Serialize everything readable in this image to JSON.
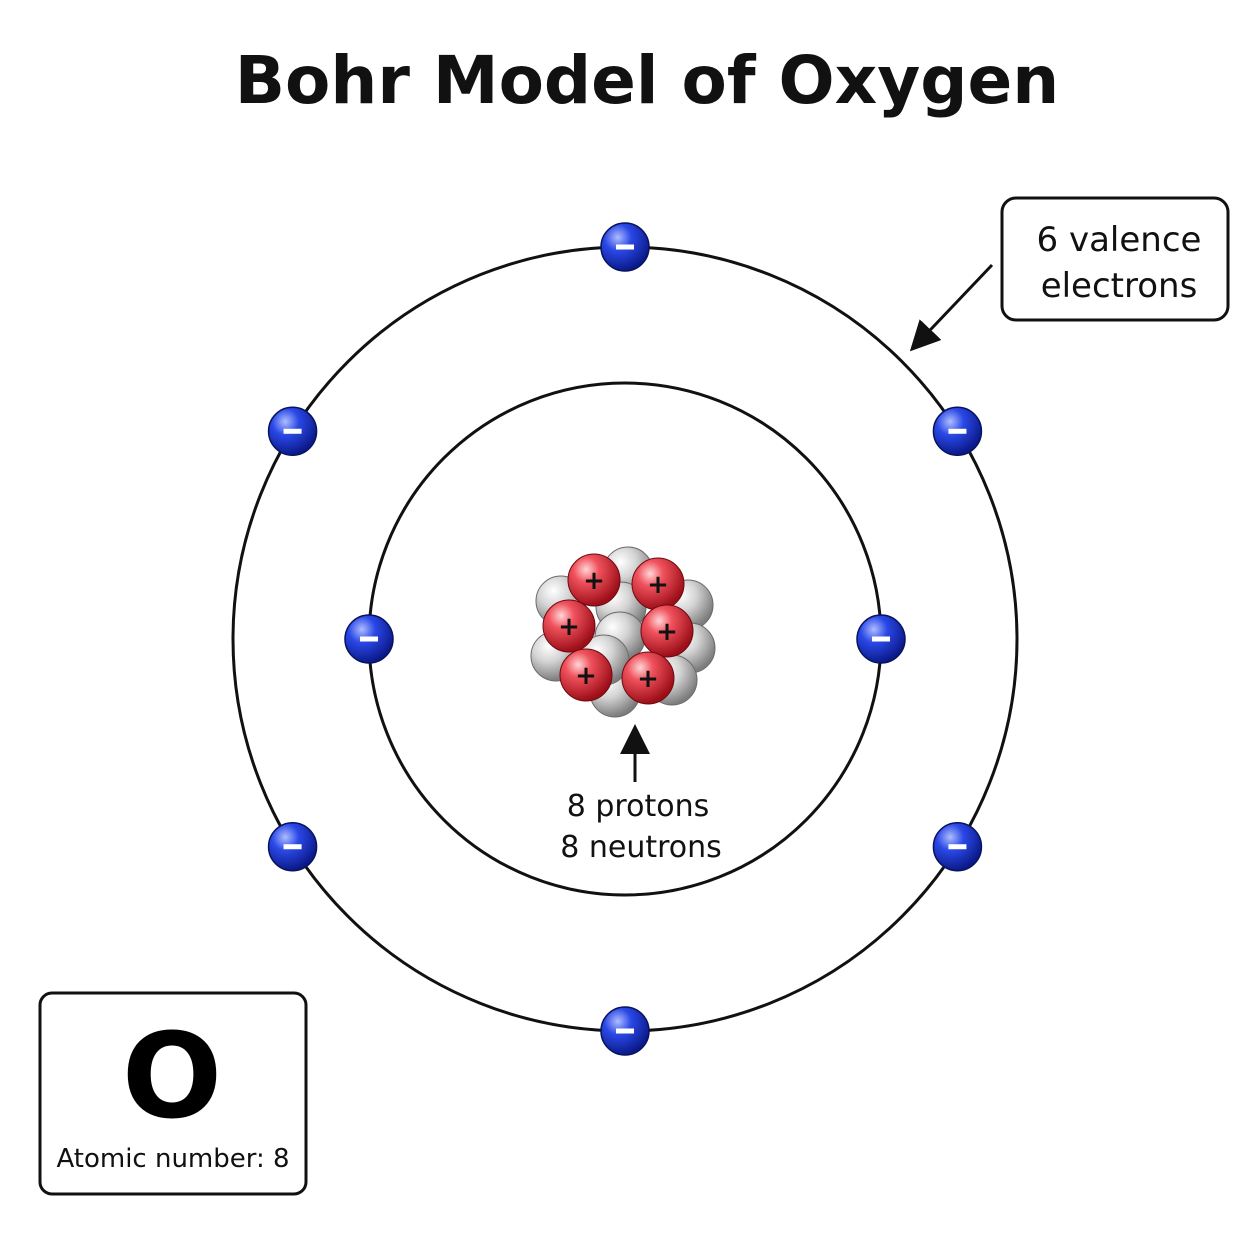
{
  "title": "Bohr Model of Oxygen",
  "element": {
    "symbol": "O",
    "atomic_number_label": "Atomic number: 8"
  },
  "nucleus": {
    "label_line1": "8 protons",
    "label_line2": "8 neutrons",
    "protons": 8,
    "neutrons": 8,
    "proton_sign": "+"
  },
  "shells": [
    {
      "name": "inner",
      "electrons": 2
    },
    {
      "name": "outer",
      "electrons": 6
    }
  ],
  "electron_sign": "−",
  "valence_callout": {
    "line1": "6 valence",
    "line2": "electrons"
  },
  "colors": {
    "proton": "#d8202c",
    "neutron": "#c4c4c4",
    "electron": "#1c37d6",
    "orbit": "#111111"
  }
}
